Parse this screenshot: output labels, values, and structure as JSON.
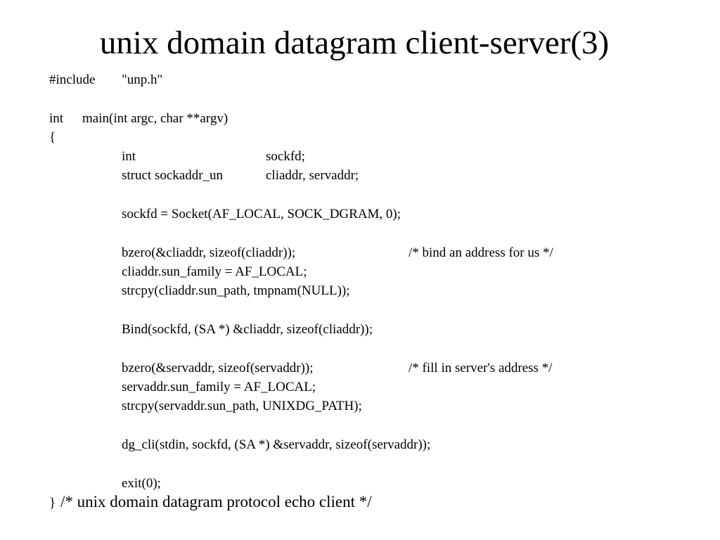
{
  "slide": {
    "title": "unix domain datagram client-server(3)"
  },
  "code": {
    "include_directive": "#include",
    "include_file": "\"unp.h\"",
    "main_type": "int",
    "main_signature": "main(int argc, char **argv)",
    "open_brace": "{",
    "decl_1_type": "int",
    "decl_1_name": "sockfd;",
    "decl_2_type": "struct sockaddr_un",
    "decl_2_name": "cliaddr, servaddr;",
    "socket_call": "sockfd = Socket(AF_LOCAL, SOCK_DGRAM, 0);",
    "bzero_cli": "bzero(&cliaddr, sizeof(cliaddr));",
    "bzero_cli_comment": "/* bind an address for us */",
    "cli_family": "cliaddr.sun_family = AF_LOCAL;",
    "cli_path": "strcpy(cliaddr.sun_path, tmpnam(NULL));",
    "bind_call": "Bind(sockfd, (SA *) &cliaddr, sizeof(cliaddr));",
    "bzero_serv": "bzero(&servaddr, sizeof(servaddr));",
    "bzero_serv_comment": "/* fill in server's address */",
    "serv_family": "servaddr.sun_family = AF_LOCAL;",
    "serv_path": "strcpy(servaddr.sun_path, UNIXDG_PATH);",
    "dg_cli_call": "dg_cli(stdin, sockfd, (SA *) &servaddr, sizeof(servaddr));",
    "exit_call": "exit(0);",
    "close_brace": "}",
    "footer_comment": "/* unix domain datagram protocol echo client */"
  }
}
